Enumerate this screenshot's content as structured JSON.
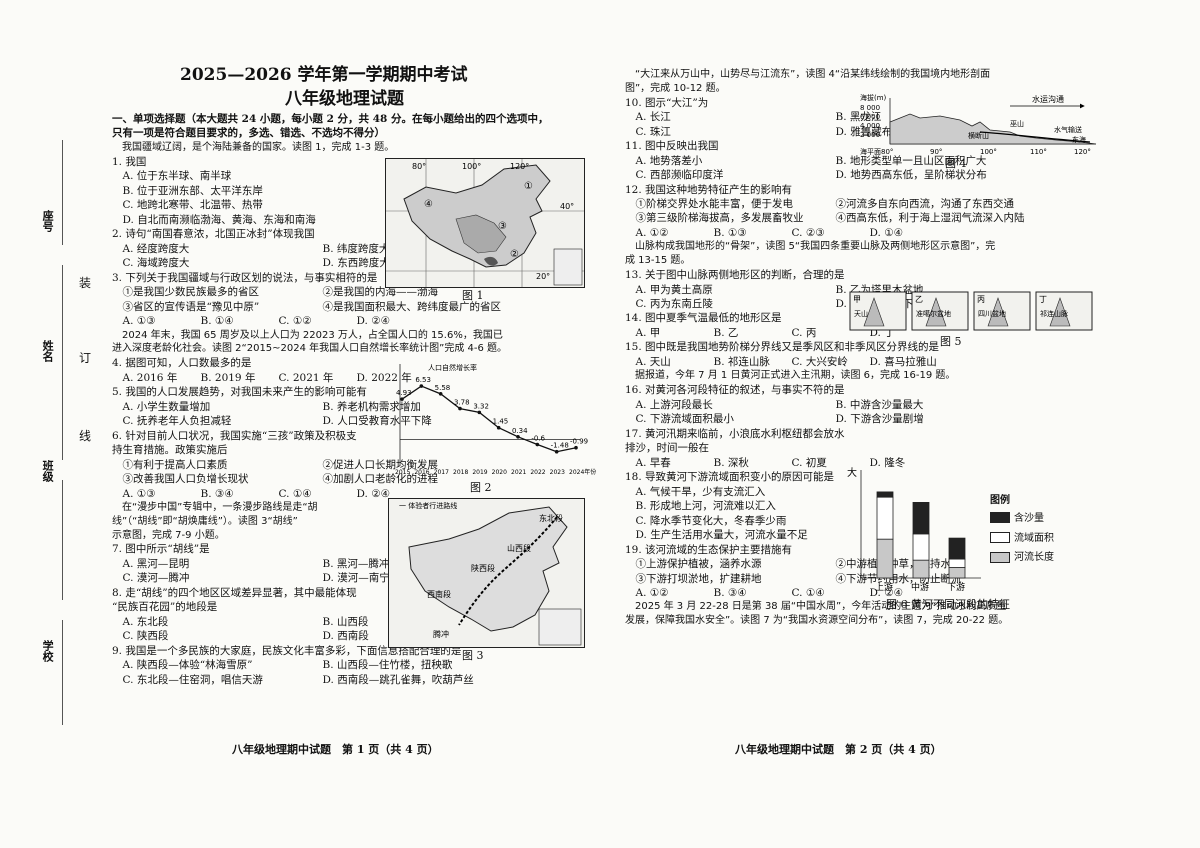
{
  "header": {
    "title": "2025—2026 学年第一学期期中考试",
    "subtitle": "八年级地理试题"
  },
  "margin": {
    "labels": [
      "座号",
      "姓名",
      "班级",
      "学校"
    ],
    "binding": [
      "装",
      "订",
      "线"
    ]
  },
  "left_lines": [
    {
      "t": "一、单项选择题（本大题共 24 小题，每小题 2 分，共 48 分。在每小题给出的四个选项中，",
      "b": true
    },
    {
      "t": "只有一项是符合题目要求的，多选、错选、不选均不得分）",
      "b": true
    },
    {
      "t": "　我国疆域辽阔，是个海陆兼备的国家。读图 1，完成 1-3 题。",
      "i": true
    },
    {
      "t": "1. 我国"
    },
    {
      "t": "　A. 位于东半球、南半球"
    },
    {
      "t": "　B. 位于亚洲东部、太平洋东岸"
    },
    {
      "t": "　C. 地跨北寒带、北温带、热带"
    },
    {
      "t": "　D. 自北而南濒临渤海、黄海、东海和南海"
    },
    {
      "t": "2. 诗句“南国春意浓，北国正冰封”体现我国"
    },
    {
      "o": [
        "A. 经度跨度大",
        "B. 纬度跨度大"
      ]
    },
    {
      "o": [
        "C. 海域跨度大",
        "D. 东西跨度大"
      ]
    },
    {
      "t": "3. 下列关于我国疆域与行政区划的说法，与事实相符的是"
    },
    {
      "o": [
        "①是我国少数民族最多的省区",
        "②是我国的内海——渤海"
      ]
    },
    {
      "o": [
        "③省区的宣传语是“豫见中原”",
        "④是我国面积最大、跨纬度最广的省区"
      ]
    },
    {
      "o4": [
        "A. ①③",
        "B. ①④",
        "C. ①②",
        "D. ②④"
      ]
    },
    {
      "t": "　2024 年末，我国 65 周岁及以上人口为 22023 万人，占全国人口的 15.6%，我国已",
      "i": true
    },
    {
      "t": "进入深度老龄化社会。读图 2“2015~2024 年我国人口自然增长率统计图”完成 4-6 题。",
      "i": true
    },
    {
      "t": "4. 据图可知，人口数最多的是"
    },
    {
      "o4": [
        "A. 2016 年",
        "B. 2019 年",
        "C. 2021 年",
        "D. 2022 年"
      ]
    },
    {
      "t": "5. 我国的人口发展趋势，对我国未来产生的影响可能有"
    },
    {
      "o": [
        "A. 小学生数量增加",
        "B. 养老机构需求增加"
      ]
    },
    {
      "o": [
        "C. 抚养老年人负担减轻",
        "D. 人口受教育水平下降"
      ]
    },
    {
      "t": "6. 针对目前人口状况，我国实施“三孩”政策及积极支"
    },
    {
      "t": "持生育措施。政策实施后"
    },
    {
      "o": [
        "①有利于提高人口素质",
        "②促进人口长期均衡发展"
      ]
    },
    {
      "o": [
        "③改善我国人口负增长现状",
        "④加剧人口老龄化的进程"
      ]
    },
    {
      "o4": [
        "A. ①③",
        "B. ③④",
        "C. ①④",
        "D. ②④"
      ]
    },
    {
      "t": "　在“漫步中国”专辑中，一条漫步路线是走“胡",
      "i": true
    },
    {
      "t": "线”（“胡线”即“胡焕庸线”）。读图 3“胡线”",
      "i": true
    },
    {
      "t": "示意图，完成 7-9 小题。",
      "i": true
    },
    {
      "t": "7. 图中所示“胡线”是"
    },
    {
      "o": [
        "A. 黑河—昆明",
        "B. 黑河—腾冲"
      ]
    },
    {
      "o": [
        "C. 漠河—腾冲",
        "D. 漠河—南宁"
      ]
    },
    {
      "t": "8. 走“胡线”的四个地区区域差异显著，其中最能体现"
    },
    {
      "t": "“民族百花园”的地段是"
    },
    {
      "o": [
        "A. 东北段",
        "B. 山西段"
      ]
    },
    {
      "o": [
        "C. 陕西段",
        "D. 西南段"
      ]
    },
    {
      "t": "9. 我国是一个多民族的大家庭，民族文化丰富多彩，下面信息搭配合理的是"
    },
    {
      "o": [
        "A. 陕西段—体验“林海雪原”",
        "B. 山西段—住竹楼，扭秧歌"
      ]
    },
    {
      "o": [
        "C. 东北段—住窑洞，唱信天游",
        "D. 西南段—跳孔雀舞，吹葫芦丝"
      ]
    }
  ],
  "right_lines": [
    {
      "t": "　“大江来从万山中，山势尽与江流东”，读图 4“沿某纬线绘制的我国境内地形剖面",
      "i": true
    },
    {
      "t": "图”，完成 10-12 题。",
      "i": true
    },
    {
      "t": "10. 图示“大江”为"
    },
    {
      "o": [
        "A. 长江",
        "B. 黑龙江"
      ]
    },
    {
      "o": [
        "C. 珠江",
        "D. 雅鲁藏布江"
      ]
    },
    {
      "t": "11. 图中反映出我国"
    },
    {
      "o": [
        "A. 地势落差小",
        "B. 地形类型单一且山区面积广大"
      ]
    },
    {
      "o": [
        "C. 西部濒临印度洋",
        "D. 地势西高东低，呈阶梯状分布"
      ]
    },
    {
      "t": "12. 我国这种地势特征产生的影响有"
    },
    {
      "o": [
        "①阶梯交界处水能丰富，便于发电",
        "②河流多自东向西流，沟通了东西交通"
      ]
    },
    {
      "o": [
        "③第三级阶梯海拔高，多发展畜牧业",
        "④西高东低，利于海上湿润气流深入内陆"
      ]
    },
    {
      "o4": [
        "A. ①②",
        "B. ①③",
        "C. ②③",
        "D. ①④"
      ]
    },
    {
      "t": "　山脉构成我国地形的“骨架”，读图 5“我国四条重要山脉及两侧地形区示意图”，完",
      "i": true
    },
    {
      "t": "成 13-15 题。",
      "i": true
    },
    {
      "t": "13. 关于图中山脉两侧地形区的判断，合理的是"
    },
    {
      "o": [
        "A. 甲为黄土高原",
        "B. 乙为塔里木盆地"
      ]
    },
    {
      "o": [
        "C. 丙为东南丘陵",
        "D. 丁为长江中下游平原"
      ]
    },
    {
      "t": "14. 图中夏季气温最低的地形区是"
    },
    {
      "o4": [
        "A. 甲",
        "B. 乙",
        "C. 丙",
        "D. 丁"
      ]
    },
    {
      "t": "15. 图中既是我国地势阶梯分界线又是季风区和非季风区分界线的是"
    },
    {
      "o4": [
        "A. 天山",
        "B. 祁连山脉",
        "C. 大兴安岭",
        "D. 喜马拉雅山"
      ]
    },
    {
      "t": "　据报道，今年 7 月 1 日黄河正式进入主汛期，读图 6，完成 16-19 题。",
      "i": true
    },
    {
      "t": "16. 对黄河各河段特征的叙述，与事实不符的是"
    },
    {
      "o": [
        "A. 上游河段最长",
        "B. 中游含沙量最大"
      ]
    },
    {
      "o": [
        "C. 下游流域面积最小",
        "D. 下游含沙量剧增"
      ]
    },
    {
      "t": "17. 黄河汛期来临前，小浪底水利枢纽都会放水"
    },
    {
      "t": "排沙，时间一般在"
    },
    {
      "o4": [
        "A. 早春",
        "B. 深秋",
        "C. 初夏",
        "D. 隆冬"
      ]
    },
    {
      "t": "18. 导致黄河下游流域面积变小的原因可能是"
    },
    {
      "t": "　A. 气候干旱，少有支流汇入"
    },
    {
      "t": "　B. 形成地上河，河流难以汇入"
    },
    {
      "t": "　C. 降水季节变化大，冬春季少雨"
    },
    {
      "t": "　D. 生产生活用水量大，河流水量不足"
    },
    {
      "t": "19. 该河流域的生态保护主要措施有"
    },
    {
      "o": [
        "①上游保护植被，涵养水源",
        "②中游植树种草，保持水土"
      ]
    },
    {
      "o": [
        "③下游打坝淤地，扩建耕地",
        "④下游节约用水，防止断流"
      ]
    },
    {
      "o4": [
        "A. ①②",
        "B. ③④",
        "C. ①④",
        "D. ②④"
      ]
    },
    {
      "t": "　2025 年 3 月 22-28 日是第 38 届“中国水周”，今年活动的主题为“推动水利高质量",
      "i": true
    },
    {
      "t": "发展，保障我国水安全”。读图 7 为“我国水资源空间分布”，读图 7，完成 20-22 题。",
      "i": true
    }
  ],
  "figures": {
    "fig1": {
      "caption": "图 1",
      "lon": [
        "80°",
        "100°",
        "120°"
      ],
      "lat": [
        "40°",
        "20°"
      ],
      "marks": [
        "④",
        "①",
        "③",
        "②"
      ]
    },
    "fig2": {
      "caption": "图 2",
      "legend": "人口自然增长率"
    },
    "fig3": {
      "caption": "图 3",
      "legend": "一 体验者行进路线",
      "labels": [
        "东北段",
        "山西段",
        "陕西段",
        "西南段",
        "腾冲"
      ]
    },
    "fig4": {
      "caption": "图 4",
      "ylabel": "海拔(m)",
      "yticks": [
        "8 000",
        "6 000",
        "4 000",
        "2 000"
      ],
      "xticks": [
        "海平面80°",
        "90°",
        "100°",
        "110°",
        "120°"
      ],
      "labels": [
        "水运沟通",
        "横断山",
        "巫山",
        "水气输送",
        "东海"
      ]
    },
    "fig5": {
      "caption": "图 5",
      "boxes": [
        {
          "mark": "甲",
          "mount": "天山"
        },
        {
          "mark": "乙",
          "mount": "准噶尔盆地"
        },
        {
          "mark": "丙",
          "mount": "四川盆地"
        },
        {
          "mark": "丁",
          "mount": "祁连山脉"
        }
      ]
    },
    "fig6": {
      "caption": "图 6 黄河不同河段的特征",
      "yname": "大",
      "legend_title": "图例",
      "legend": [
        "含沙量",
        "流域面积",
        "河流长度"
      ]
    }
  },
  "chart_data": [
    {
      "type": "line",
      "title": "",
      "x": [
        2015,
        2016,
        2017,
        2018,
        2019,
        2020,
        2021,
        2022,
        2023,
        2024
      ],
      "series": [
        {
          "name": "人口自然增长率",
          "values": [
            4.93,
            6.53,
            5.58,
            3.78,
            3.32,
            1.45,
            0.34,
            -0.6,
            -1.48,
            -0.99
          ]
        }
      ],
      "x_tick_labels": [
        "2015",
        "2016",
        "2017",
        "2018",
        "2019",
        "2020",
        "2021",
        "2022",
        "2023",
        "2024年份"
      ],
      "ylim": [
        -2,
        8
      ]
    },
    {
      "type": "bar",
      "stacked": true,
      "title": "图 6 黄河不同河段的特征",
      "categories": [
        "上游",
        "中游",
        "下游"
      ],
      "series": [
        {
          "name": "含沙量",
          "values": [
            0.5,
            3.0,
            2.0
          ]
        },
        {
          "name": "流域面积",
          "values": [
            4.0,
            2.5,
            0.8
          ]
        },
        {
          "name": "河流长度",
          "values": [
            3.7,
            1.7,
            1.0
          ]
        }
      ],
      "colors": [
        "#222222",
        "#ffffff",
        "#c8c8c8"
      ]
    }
  ],
  "footer": {
    "left": "八年级地理期中试题　第 1 页（共 4 页）",
    "right": "八年级地理期中试题　第 2 页（共 4 页）"
  }
}
